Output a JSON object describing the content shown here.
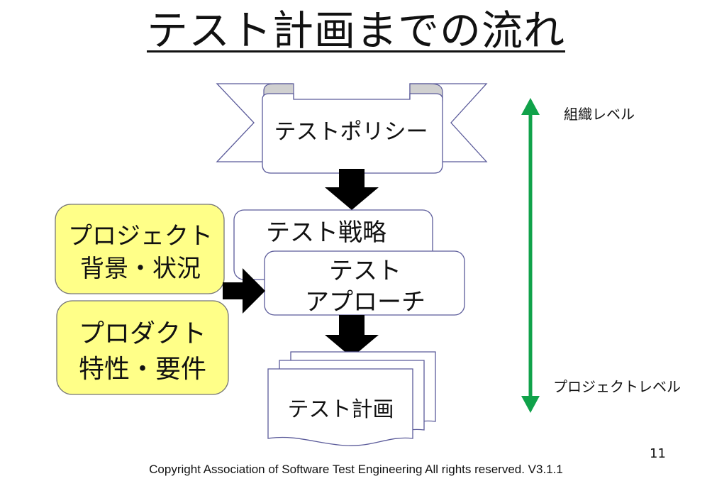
{
  "title": "テスト計画までの流れ",
  "flow": {
    "policy": "テストポリシー",
    "strategy": "テスト戦略",
    "approach_line1": "テスト",
    "approach_line2": "アプローチ",
    "plan": "テスト計画"
  },
  "inputs": {
    "project_line1": "プロジェクト",
    "project_line2": "背景・状況",
    "product_line1": "プロダクト",
    "product_line2": "特性・要件"
  },
  "level_axis": {
    "top_label": "組織レベル",
    "bottom_label": "プロジェクトレベル",
    "color": "#10A24A"
  },
  "colors": {
    "input_fill": "#FFFF88",
    "box_stroke": "#5B5B9A"
  },
  "page_number": "11",
  "footer": "Copyright Association of Software Test Engineering All rights reserved.  V3.1.1"
}
